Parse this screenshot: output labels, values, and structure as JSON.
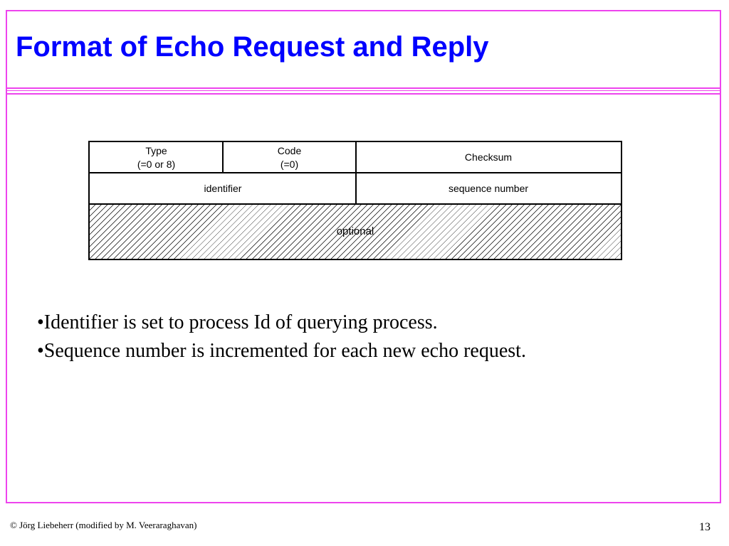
{
  "slide": {
    "title": "Format of Echo Request and Reply",
    "footer": "© Jörg Liebeherr (modified by M. Veeraraghavan)",
    "page_number": "13"
  },
  "packet": {
    "row1": {
      "type_label": "Type",
      "type_value": "(=0 or 8)",
      "code_label": "Code",
      "code_value": "(=0)",
      "checksum_label": "Checksum"
    },
    "row2": {
      "identifier_label": "identifier",
      "sequence_label": "sequence number"
    },
    "row3": {
      "optional_label": "optional"
    }
  },
  "bullets": [
    "•Identifier is set to process Id of querying process.",
    "•Sequence number is incremented for each new echo request."
  ],
  "colors": {
    "title": "#0000ff",
    "border": "#ee44ee"
  }
}
